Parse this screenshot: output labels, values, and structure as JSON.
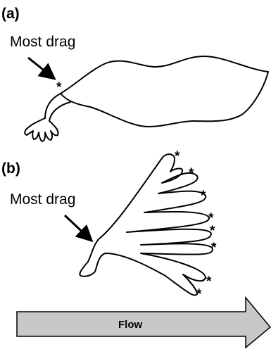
{
  "panel_a": {
    "label": "(a)",
    "annotation": "Most drag",
    "marker": "*"
  },
  "panel_b": {
    "label": "(b)",
    "annotation": "Most drag",
    "markers": [
      "*",
      "*",
      "*",
      "*",
      "*",
      "*",
      "*",
      "*"
    ]
  },
  "flow_arrow": {
    "label": "Flow",
    "fill_color": "#c8c8c8"
  }
}
